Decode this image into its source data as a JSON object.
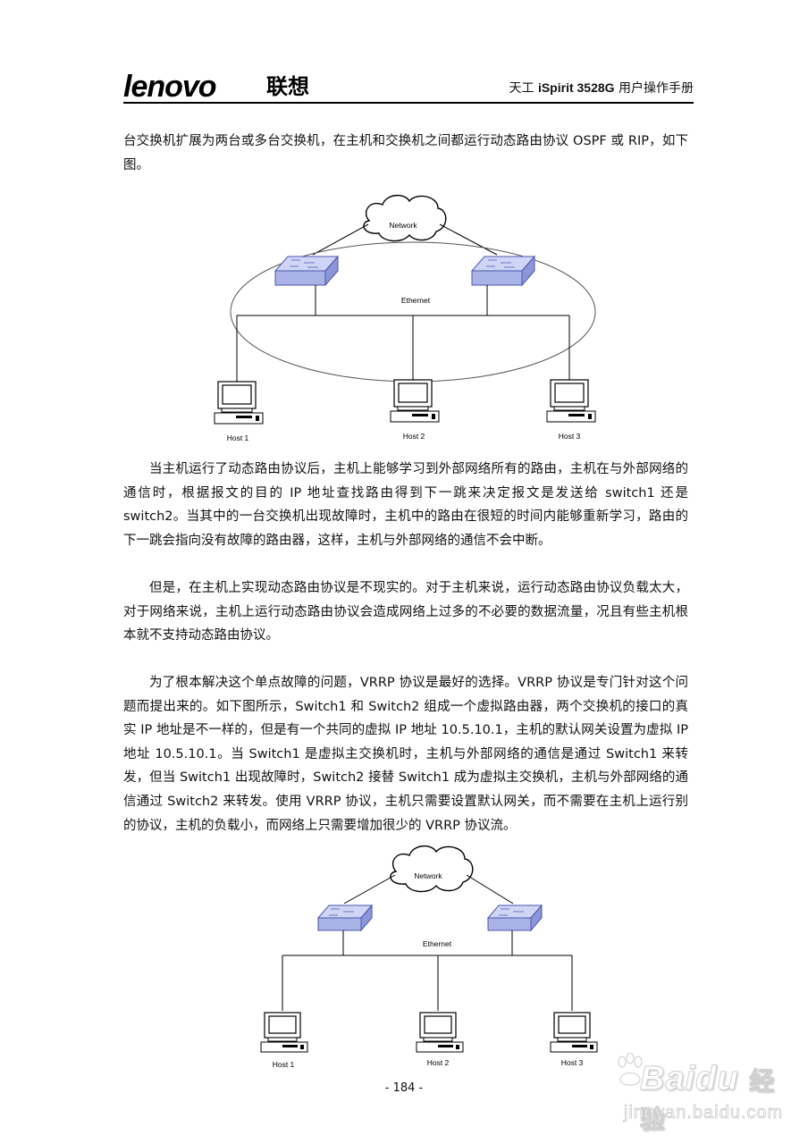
{
  "header": {
    "logo_text": "lenovo",
    "logo_cn": "联想",
    "title_prefix": "天工 ",
    "title_bold": "iSpirit 3528G",
    "title_suffix": " 用户操作手册"
  },
  "paragraphs": [
    "台交换机扩展为两台或多台交换机，在主机和交换机之间都运行动态路由协议 OSPF 或 RIP，如下图。",
    "当主机运行了动态路由协议后，主机上能够学习到外部网络所有的路由，主机在与外部网络的通信时，根据报文的目的 IP 地址查找路由得到下一跳来决定报文是发送给 switch1 还是 switch2。当其中的一台交换机出现故障时，主机中的路由在很短的时间内能够重新学习，路由的下一跳会指向没有故障的路由器，这样，主机与外部网络的通信不会中断。",
    "但是，在主机上实现动态路由协议是不现实的。对于主机来说，运行动态路由协议负载太大，对于网络来说，主机上运行动态路由协议会造成网络上过多的不必要的数据流量，况且有些主机根本就不支持动态路由协议。",
    "为了根本解决这个单点故障的问题，VRRP 协议是最好的选择。VRRP 协议是专门针对这个问题而提出来的。如下图所示，Switch1 和 Switch2 组成一个虚拟路由器，两个交换机的接口的真实 IP 地址是不一样的，但是有一个共同的虚拟 IP 地址 10.5.10.1，主机的默认网关设置为虚拟 IP 地址 10.5.10.1。当 Switch1 是虚拟主交换机时，主机与外部网络的通信是通过 Switch1 来转发，但当 Switch1 出现故障时，Switch2 接替 Switch1 成为虚拟主交换机，主机与外部网络的通信通过 Switch2 来转发。使用 VRRP 协议，主机只需要设置默认网关，而不需要在主机上运行别的协议，主机的负载小，而网络上只需要增加很少的 VRRP 协议流。"
  ],
  "diagram1": {
    "network_label": "Network",
    "ethernet_label": "Ethernet",
    "hosts": [
      "Host 1",
      "Host 2",
      "Host 3"
    ]
  },
  "diagram2": {
    "network_label": "Network",
    "ethernet_label": "Ethernet",
    "hosts": [
      "Host 1",
      "Host 2",
      "Host 3"
    ]
  },
  "page_number": "- 184 -",
  "watermark": {
    "brand_latin": "Bai",
    "brand_du": "du",
    "brand_cn": "经验",
    "url": "jingyan.baidu.com"
  }
}
